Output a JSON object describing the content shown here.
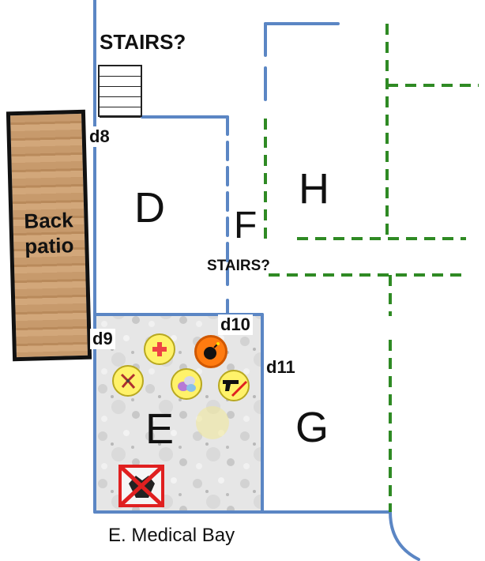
{
  "rooms": {
    "D": "D",
    "E": "E",
    "F": "F",
    "G": "G",
    "H": "H"
  },
  "labels": {
    "stairs_top": "STAIRS?",
    "stairs_mid": "STAIRS?",
    "back_patio_line1": "Back",
    "back_patio_line2": "patio",
    "medical_bay": "E. Medical Bay"
  },
  "doors": {
    "d8": "d8",
    "d9": "d9",
    "d10": "d10",
    "d11": "d11"
  },
  "tokens": [
    {
      "name": "medkit-icon",
      "color": "#fff26a"
    },
    {
      "name": "bomb-icon",
      "color": "#ff7b10"
    },
    {
      "name": "pliers-icon",
      "color": "#fff26a"
    },
    {
      "name": "pills-icon",
      "color": "#fff26a"
    },
    {
      "name": "pistol-icon",
      "color": "#fff26a"
    },
    {
      "name": "empty-token",
      "color": "#f0e896"
    }
  ],
  "colors": {
    "wall_blue": "#5b86c4",
    "wall_green": "#2f8a24",
    "crossed_marker": "#e02020"
  }
}
